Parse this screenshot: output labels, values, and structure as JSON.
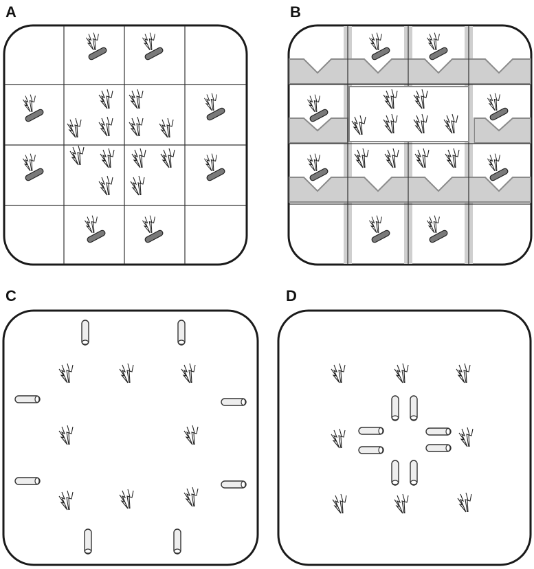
{
  "panels": [
    {
      "label": "A"
    },
    {
      "label": "B"
    },
    {
      "label": "C"
    },
    {
      "label": "D"
    }
  ],
  "colors": {
    "outline": "#1a1a1a",
    "grid_line": "#333333",
    "gray_band": "#cfcfcf",
    "gray_band_edge": "#8a8a8a",
    "rod_fill_dark": "#7a7a7a",
    "rod_fill_light": "#eeeeee",
    "plant_stroke": "#222222"
  }
}
